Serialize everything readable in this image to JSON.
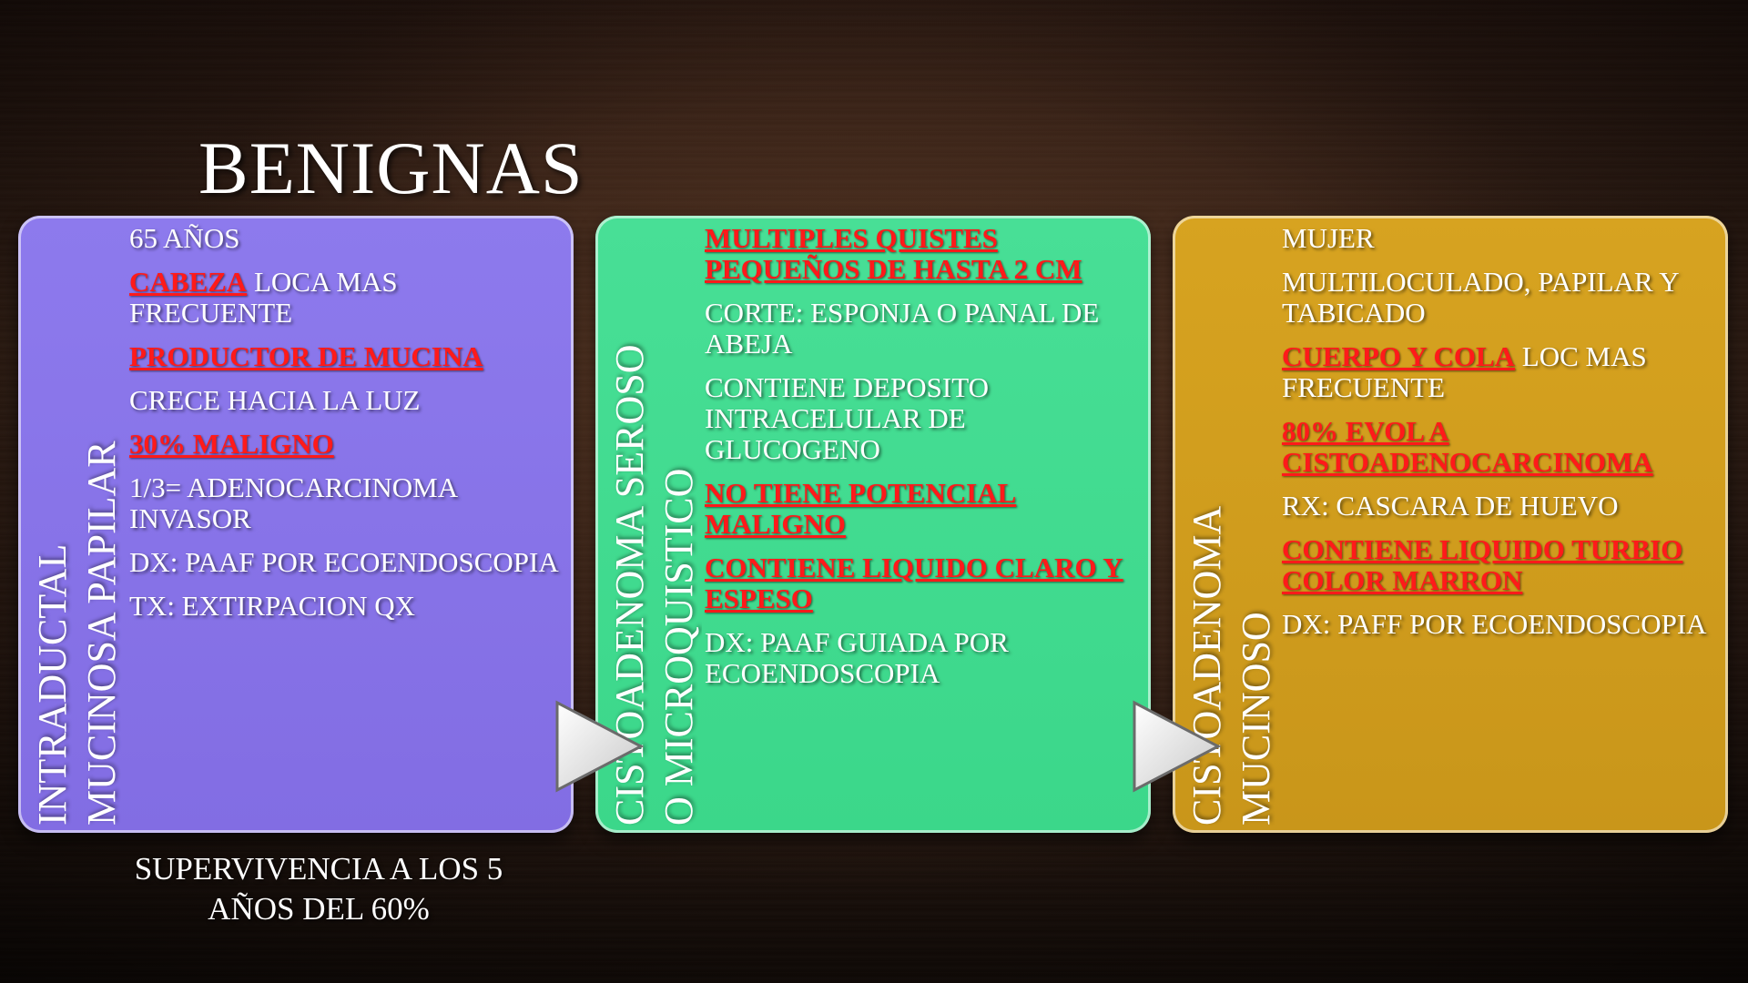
{
  "slide": {
    "title": "BENIGNAS",
    "footer": {
      "line1": "SUPERVIVENCIA A LOS 5",
      "line2": "AÑOS DEL 60%"
    }
  },
  "panels": [
    {
      "color": "#826de3",
      "heading": [
        "INTRADUCTAL",
        "MUCINOSA PAPILAR"
      ],
      "items": [
        {
          "text": "65 AÑOS"
        },
        {
          "highlight": "CABEZA",
          "text": " LOCA MAS FRECUENTE"
        },
        {
          "highlight": "PRODUCTOR DE MUCINA"
        },
        {
          "text": "CRECE HACIA LA LUZ"
        },
        {
          "highlight": "30% MALIGNO"
        },
        {
          "text": "1/3= ADENOCARCINOMA INVASOR"
        },
        {
          "text": "DX: PAAF POR ECOENDOSCOPIA"
        },
        {
          "text": "TX: EXTIRPACION QX"
        }
      ]
    },
    {
      "color": "#3bd78a",
      "heading": [
        "CISTOADENOMA SEROSO",
        "O MICROQUISTICO"
      ],
      "items": [
        {
          "highlight": "MULTIPLES QUISTES PEQUEÑOS DE HASTA 2 CM"
        },
        {
          "text": "CORTE: ESPONJA O PANAL DE ABEJA"
        },
        {
          "text": "CONTIENE DEPOSITO INTRACELULAR DE GLUCOGENO"
        },
        {
          "highlight": "NO TIENE POTENCIAL MALIGNO"
        },
        {
          "highlight": "CONTIENE LIQUIDO CLARO Y ESPESO"
        },
        {
          "text": "DX: PAAF GUIADA POR ECOENDOSCOPIA"
        }
      ]
    },
    {
      "color": "#c9961a",
      "heading": [
        "CISTOADENOMA",
        "MUCINOSO"
      ],
      "items": [
        {
          "text": "MUJER"
        },
        {
          "text": "MULTILOCULADO, PAPILAR Y TABICADO"
        },
        {
          "highlight": "CUERPO Y COLA",
          "text": " LOC MAS FRECUENTE"
        },
        {
          "highlight": "80% EVOL A CISTOADENOCARCINOMA"
        },
        {
          "text": "RX: CASCARA DE HUEVO"
        },
        {
          "highlight": "CONTIENE LIQUIDO TURBIO COLOR MARRON"
        },
        {
          "text": "DX: PAFF POR ECOENDOSCOPIA"
        }
      ]
    }
  ],
  "icons": {
    "arrow": "arrow-right-icon",
    "arrow_color": "#ffffff"
  }
}
